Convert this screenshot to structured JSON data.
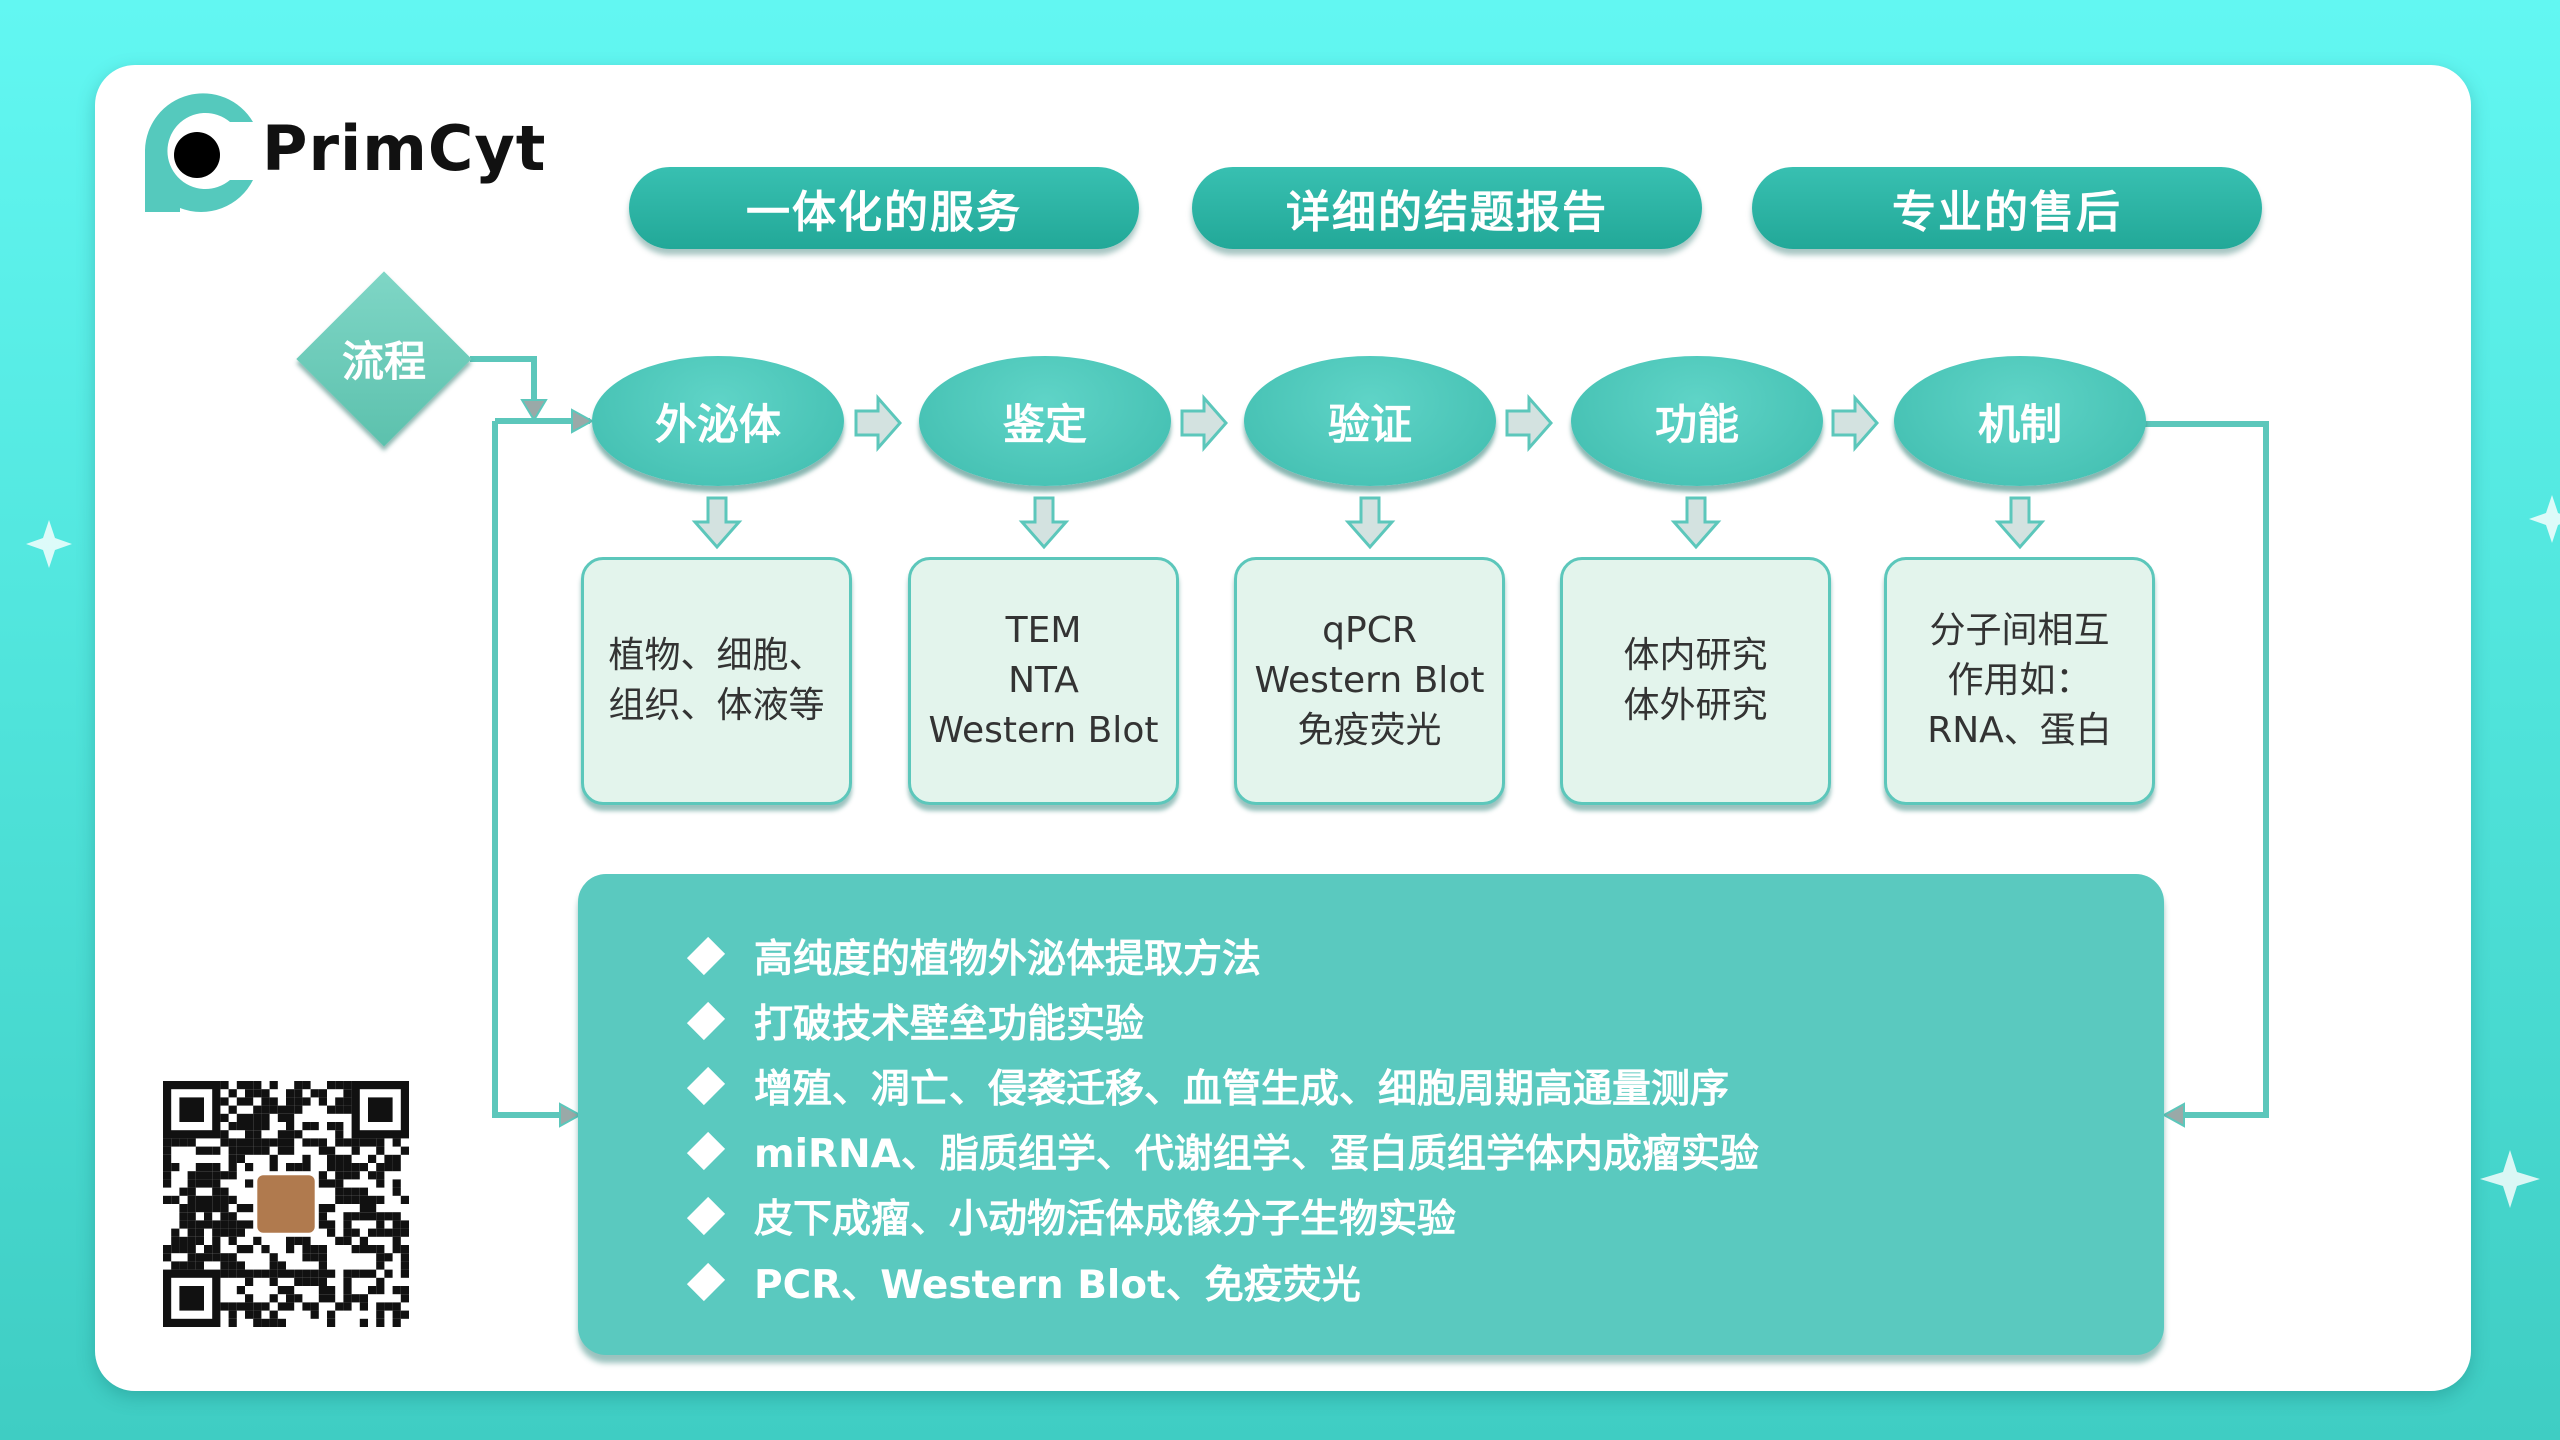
{
  "brand": {
    "name": "PrimCyt"
  },
  "header_pills": [
    "一体化的服务",
    "详细的结题报告",
    "专业的售后"
  ],
  "flow": {
    "start_label": "流程",
    "steps": [
      {
        "label": "外泌体",
        "detail": [
          "植物、细胞、",
          "组织、体液等"
        ]
      },
      {
        "label": "鉴定",
        "detail": [
          "TEM",
          "NTA",
          "Western Blot"
        ]
      },
      {
        "label": "验证",
        "detail": [
          "qPCR",
          "Western Blot",
          "免疫荧光"
        ]
      },
      {
        "label": "功能",
        "detail": [
          "体内研究",
          "体外研究"
        ]
      },
      {
        "label": "机制",
        "detail": [
          "分子间相互",
          "作用如：",
          "RNA、蛋白"
        ]
      }
    ]
  },
  "features": [
    "高纯度的植物外泌体提取方法",
    "打破技术壁垒功能实验",
    "增殖、凋亡、侵袭迁移、血管生成、细胞周期高通量测序",
    "miRNA、脂质组学、代谢组学、蛋白质组学体内成瘤实验",
    "皮下成瘤、小动物活体成像分子生物实验",
    "PCR、Western Blot、免疫荧光"
  ],
  "colors": {
    "teal": "#2bb5a5",
    "ellipse": "#4ec9bc",
    "box": "#e3f4ec",
    "panel": "#5ac9bf"
  }
}
